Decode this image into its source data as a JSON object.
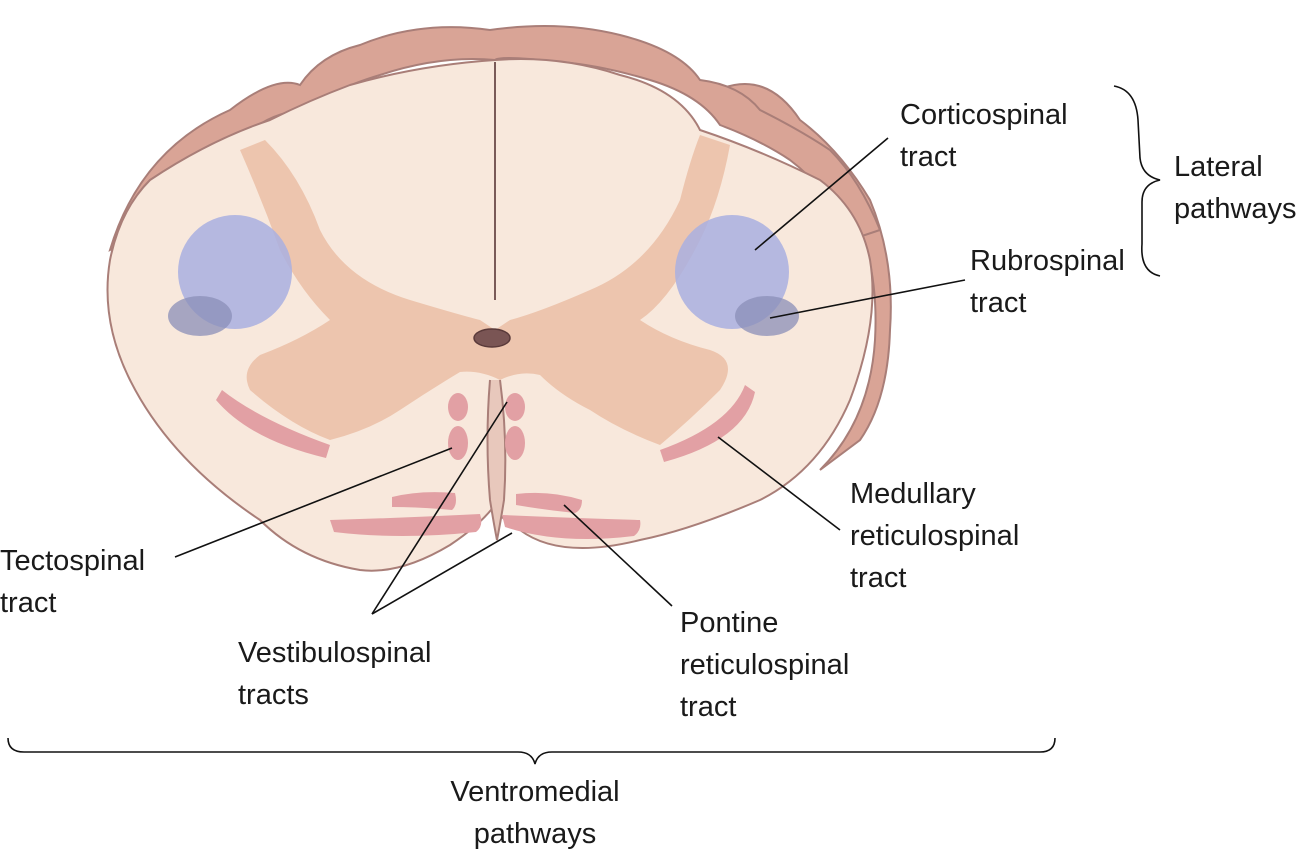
{
  "labels": {
    "corticospinal": [
      "Corticospinal",
      "tract"
    ],
    "rubrospinal": [
      "Rubrospinal",
      "tract"
    ],
    "lateral_pathways": [
      "Lateral",
      "pathways"
    ],
    "medullary": [
      "Medullary",
      "reticulospinal",
      "tract"
    ],
    "pontine": [
      "Pontine",
      "reticulospinal",
      "tract"
    ],
    "tectospinal": [
      "Tectospinal",
      "tract"
    ],
    "vestibulospinal": [
      "Vestibulospinal",
      "tracts"
    ],
    "ventromedial_pathways": [
      "Ventromedial",
      "pathways"
    ]
  },
  "colors": {
    "white_matter": "#f8e8dc",
    "gray_matter": "#edc5ae",
    "cut_edge": "#d9a496",
    "outline": "#a97e78",
    "lateral_tract": "#a9afe0",
    "rubrospinal_tract": "#8b8fb8",
    "ventromedial_tract": "#e2a0a4",
    "leader_line": "#111111"
  }
}
